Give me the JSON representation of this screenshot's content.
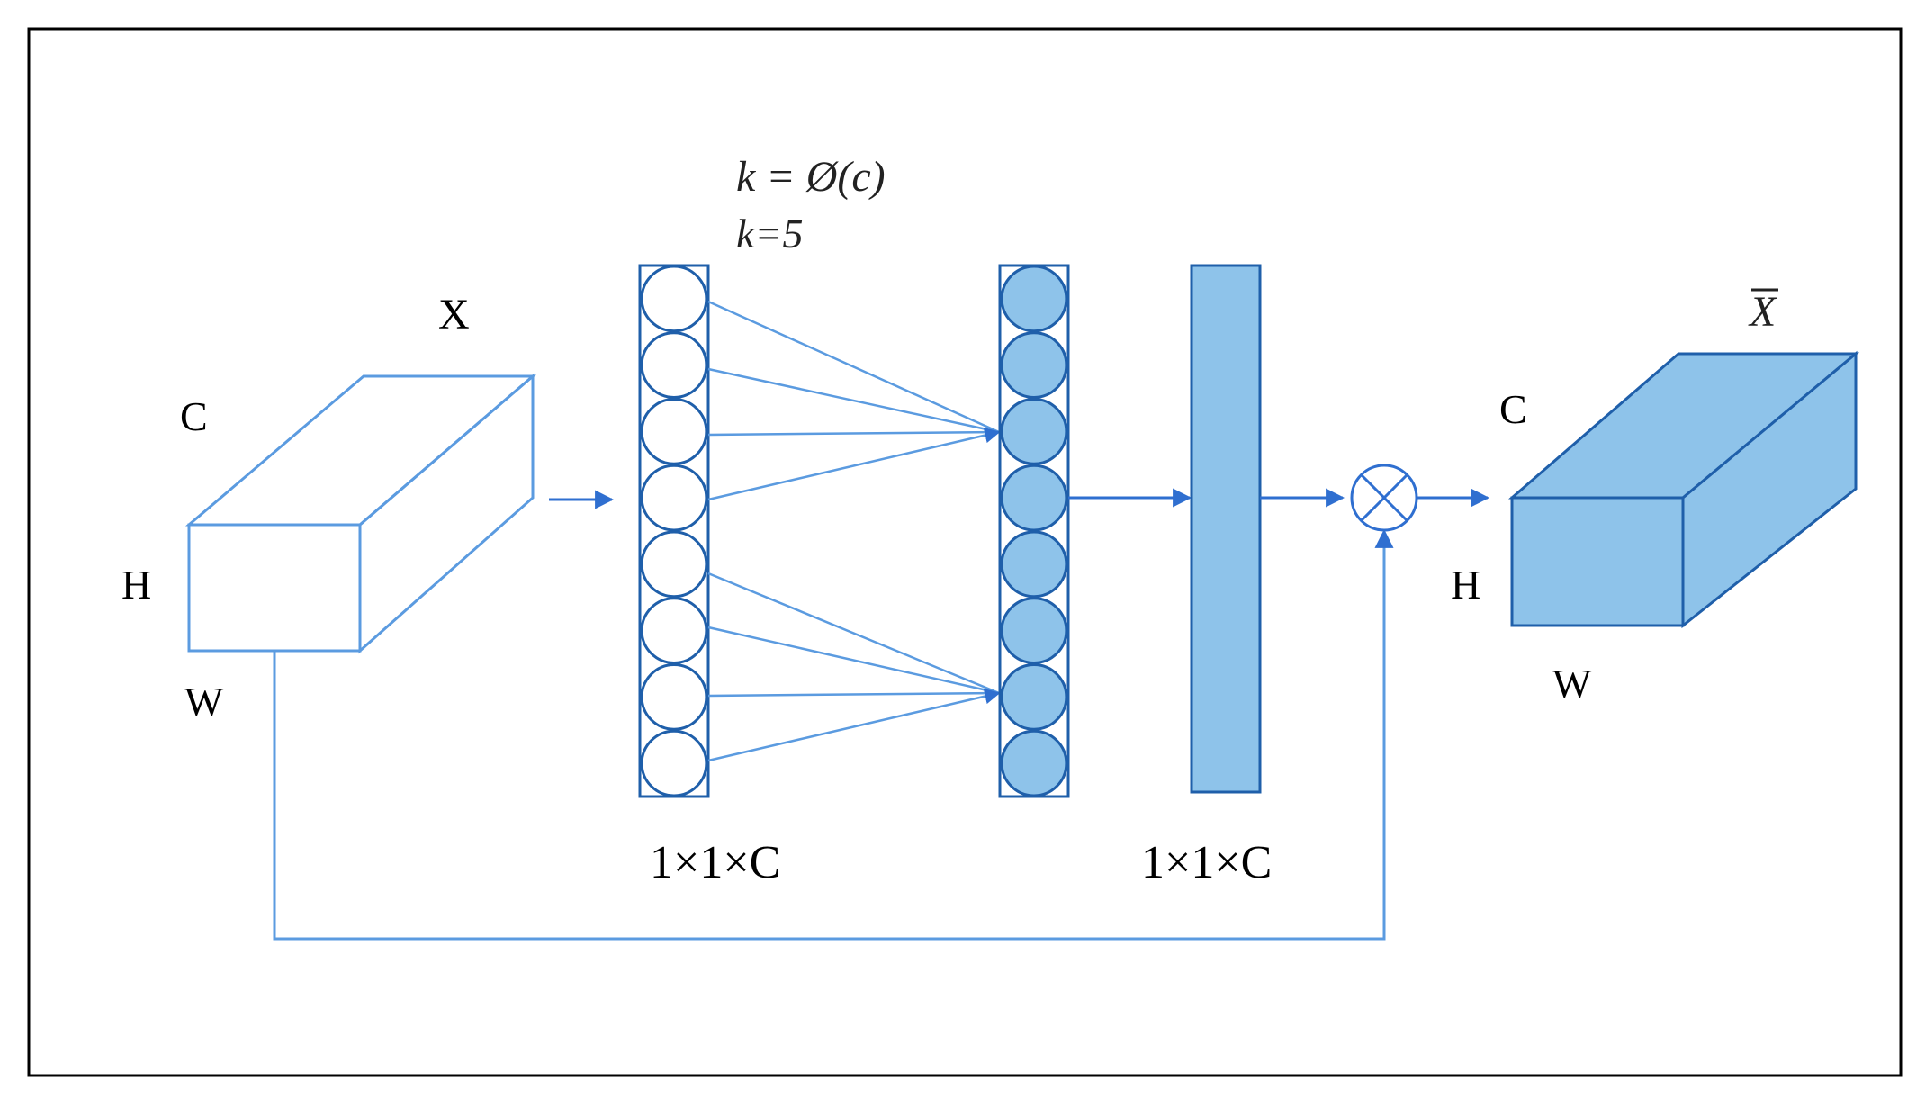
{
  "colors": {
    "line": "#2f6fd0",
    "light_line": "#5b9be0",
    "fill": "#8ec3ea",
    "dark_border": "#1f5faa",
    "frame": "#000000"
  },
  "input_block": {
    "name": "X",
    "c": "C",
    "h": "H",
    "w": "W"
  },
  "output_block": {
    "name": "X",
    "c": "C",
    "h": "H",
    "w": "W"
  },
  "formula": {
    "line1": "k = Ø(c)",
    "line2": "k=5"
  },
  "dims": {
    "left": "1×1×C",
    "right": "1×1×C"
  },
  "operator": {
    "symbol": "⊗",
    "name": "element-wise multiplication"
  },
  "column_units": 8
}
